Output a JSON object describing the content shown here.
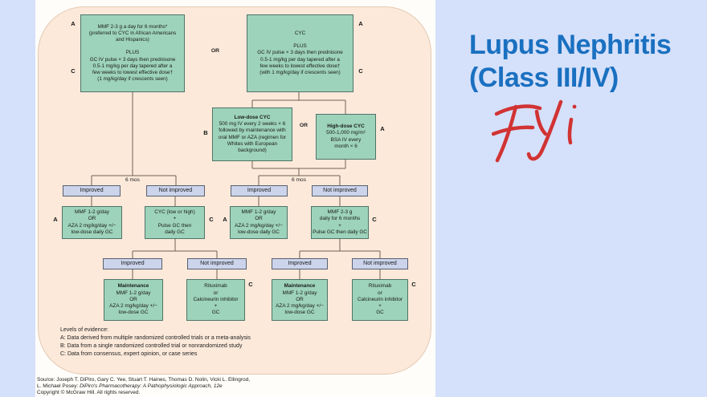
{
  "labels": {
    "or": "OR",
    "six_mos": "6 mos",
    "improved": "Improved",
    "not_improved": "Not improved"
  },
  "title": {
    "text": "Lupus Nephritis\n(Class III/IV)",
    "annotation": "FYI"
  },
  "colors": {
    "background": "#d5e0fa",
    "panel_peach": "#fce9da",
    "teal_box": "#9dd3ba",
    "lavender_box": "#ccd4ec",
    "accent_blue": "#1a70c0",
    "annotation_red": "#d13333",
    "connector": "#6f6052"
  },
  "flow": {
    "top_left": {
      "label_top": "A",
      "label_bottom": "C",
      "text": "MMF 2-3 g a day for 6 months*\n(preferred to CYC in African Americans\nand Hispanics)\n\nPLUS\nGC IV pulse × 3 days then prednisone\n0.5-1 mg/kg per day tapered after a\nfew weeks to lowest effective dose†\n(1 mg/kg/day if crescents seen)"
    },
    "top_right": {
      "label_top": "A",
      "label_bottom": "C",
      "text": "CYC\n\nPLUS\nGC IV pulse × 3 days then prednisone\n0.5-1 mg/kg per day tapered after a\nfew weeks to lowest effective dose†\n(with 1 mg/kg/day if crescents seen)"
    },
    "low_dose": {
      "label": "B",
      "heading": "Low-dose CYC",
      "text": "500 mg IV every 2 weeks × 6\nfollowed by maintenance with\noral MMF or AZA (regimen for\nWhites with European\nbackground)"
    },
    "high_dose": {
      "label": "A",
      "heading": "High-dose CYC",
      "text": "500-1,000 mg/m²\nBSA IV every\nmonth × 6"
    },
    "improved_mmf_left": {
      "label": "A",
      "text": "MMF 1-2 g/day\nOR\nAZA 2 mg/kg/day +/−\nlow-dose daily GC"
    },
    "notimproved_cyc": {
      "label": "C",
      "text": "CYC (low or high)\n+\nPulse GC then\ndaily GC"
    },
    "improved_mmf_right": {
      "label": "A",
      "text": "MMF 1-2 g/day\nOR\nAZA 2 mg/kg/day +/−\nlow-dose daily GC"
    },
    "notimproved_mmf": {
      "label": "C",
      "text": "MMF 2-3 g\ndaily for 6 months\n+\nPulse GC then daily GC"
    },
    "maintenance_left": {
      "heading": "Maintenance",
      "text": "MMF 1-2 g/day\nOR\nAZA 2 mg/kg/day +/−\nlow-dose GC"
    },
    "rituximab_left": {
      "label": "C",
      "text": "Rituximab\nor\nCalcineurin inhibitor\n+\nGC"
    },
    "maintenance_right": {
      "heading": "Maintenance",
      "text": "MMF 1-2 g/day\nOR\nAZA 2 mg/kg/day +/−\nlow-dose GC"
    },
    "rituximab_right": {
      "label": "C",
      "text": "Rituximab\nor\nCalcineurin inhibitor\n+\nGC"
    }
  },
  "levels_of_evidence": {
    "text": "Levels of evidence:\nA: Data derived from multiple randomized controlled trials or a meta-analysis\nB: Data from a single randomized controlled trial or nonrandomized study\nC: Data from consensus, expert opinion, or case series"
  },
  "source": {
    "line1": "Source: Joseph T. DiPiro, Gary C. Yee, Stuart T. Haines, Thomas D. Nolin, Vicki L. Ellingrod,",
    "line2_prefix": "L. Michael Posey: ",
    "line2_italic": "DiPiro's Pharmacotherapy: A Pathophysiologic Approach, 12e",
    "line3": "Copyright © McGraw Hill. All rights reserved."
  }
}
